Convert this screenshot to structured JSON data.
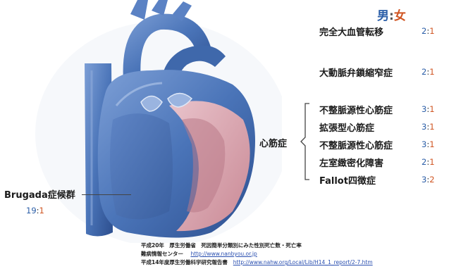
{
  "legend": {
    "male": "男",
    "sep": ":",
    "female": "女"
  },
  "conditions": [
    {
      "label": "完全大血管転移",
      "male": "2",
      "female": "1"
    },
    {
      "label": "大動脈弁鎖縮窄症",
      "male": "2",
      "female": "1"
    },
    {
      "label": "不整脈源性心筋症",
      "male": "3",
      "female": "1"
    },
    {
      "label": "拡張型心筋症",
      "male": "3",
      "female": "1"
    },
    {
      "label": "不整脈源性心筋症",
      "male": "3",
      "female": "1"
    },
    {
      "label": "左室緻密化障害",
      "male": "2",
      "female": "1"
    },
    {
      "label": "Fallot四徴症",
      "male": "3",
      "female": "2"
    }
  ],
  "group_label": "心筋症",
  "brugada": {
    "label": "Brugada症候群",
    "male": "19",
    "female": "1"
  },
  "sources": {
    "line1": "平成20年　厚生労働省　死因簡単分類別にみた性別死亡数・死亡率",
    "line2_prefix": "難病情報センター",
    "line2_url": "http://www.nanbyou.or.jp",
    "line3_prefix": "平成14年度厚生労働科学研究報告書",
    "line3_url": "http://www.nahw.org/Local/Lib/H14_1_report/2-7.htm"
  },
  "colors": {
    "male": "#2b5ea8",
    "female": "#d05522",
    "heart_blue": "#4a74b8",
    "heart_pink": "#d9a3ad"
  }
}
